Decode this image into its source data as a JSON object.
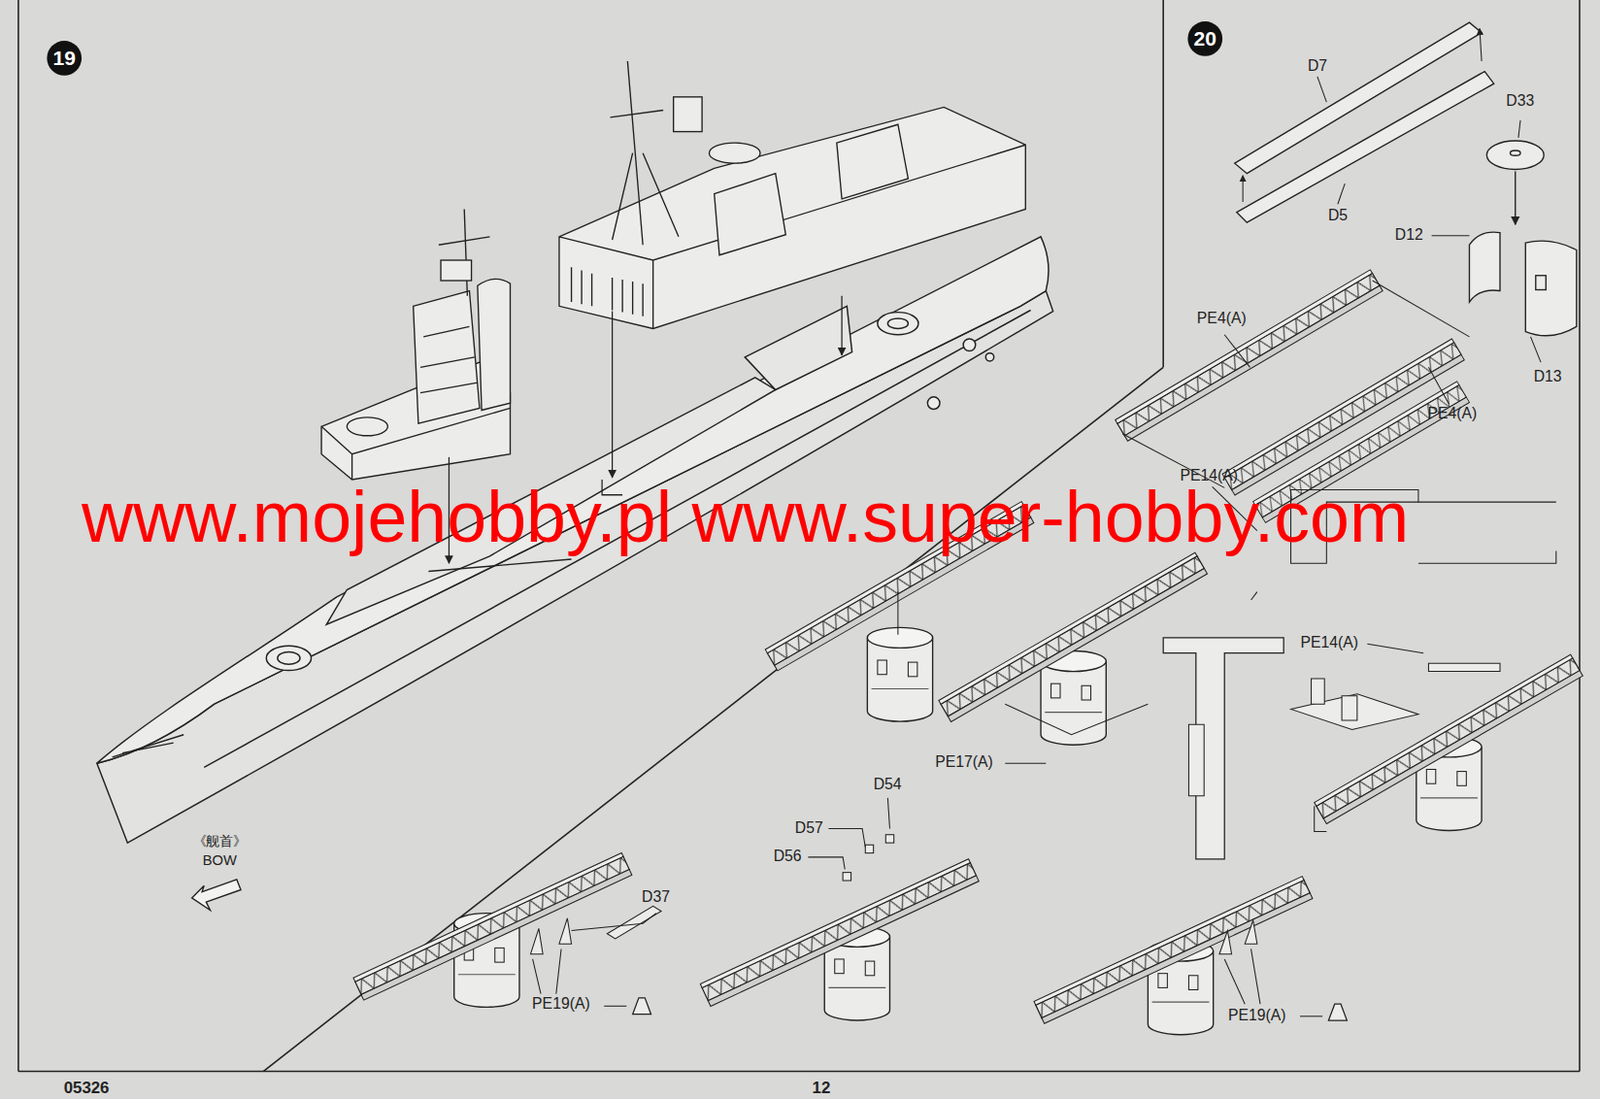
{
  "diagram": {
    "nodes": [
      {
        "text": [
          "19"
        ]
      },
      {
        "text": [
          "20"
        ]
      }
    ],
    "labels": [
      "www.mojehobby.pl www.super-hobby.com",
      "《舰首》",
      "BOW",
      "D7",
      "D5",
      "D33",
      "D12",
      "D13",
      "PE4(A)",
      "PE4(A)",
      "PE14(A)",
      "PE14(A)",
      "PE17(A)",
      "D54",
      "D57",
      "D56",
      "D37",
      "PE19(A)",
      "PE19(A)",
      "05326",
      "12"
    ]
  }
}
